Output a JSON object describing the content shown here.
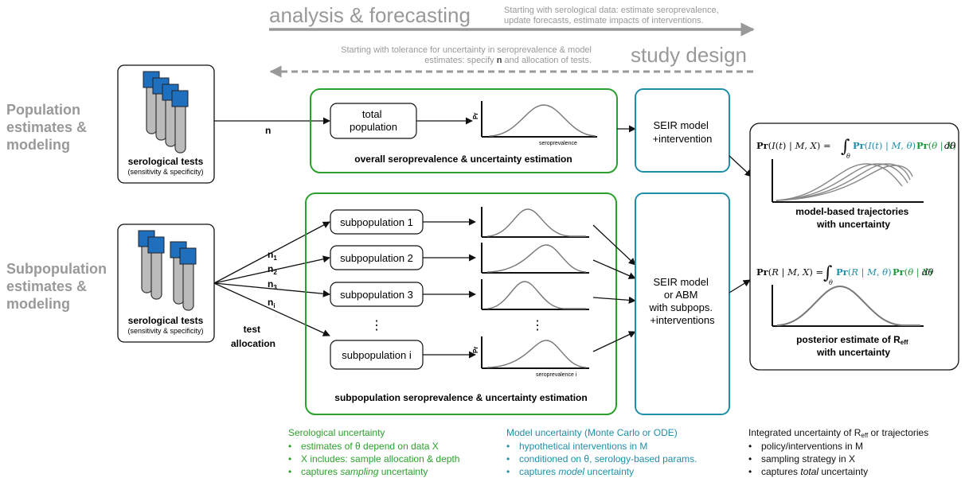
{
  "top": {
    "analysis_title": "analysis & forecasting",
    "analysis_desc": [
      "Starting with serological data: estimate seroprevalence,",
      "update forecasts, estimate impacts of interventions."
    ],
    "design_title": "study design",
    "design_desc_1": "Starting with tolerance for uncertainty in seroprevalence & model",
    "design_desc_2a": "estimates: specify ",
    "design_desc_2b": "n",
    "design_desc_2c": " and allocation of tests."
  },
  "left": {
    "population_label": [
      "Population",
      "estimates &",
      "modeling"
    ],
    "subpopulation_label": [
      "Subpopulation",
      "estimates &",
      "modeling"
    ],
    "tests_title": "serological tests",
    "tests_sub": "(sensitivity & specificity)",
    "test_allocation": [
      "test",
      "allocation"
    ]
  },
  "population": {
    "n_label": "n",
    "total_population": [
      "total",
      "population"
    ],
    "pr_label": "Pr",
    "x_label": "seroprevalence",
    "panel_caption": "overall seroprevalence & uncertainty estimation",
    "model_label": [
      "SEIR model",
      "+intervention"
    ]
  },
  "subpopulation": {
    "n_labels": [
      {
        "base": "n",
        "sub": "1"
      },
      {
        "base": "n",
        "sub": "2"
      },
      {
        "base": "n",
        "sub": "3"
      },
      {
        "base": "n",
        "sub": "i"
      }
    ],
    "items": [
      "subpopulation 1",
      "subpopulation 2",
      "subpopulation 3",
      "subpopulation i"
    ],
    "ellipsis": "⋮",
    "pr_label": "Pr",
    "x_label": "seroprevalence i",
    "panel_caption": "subpopulation seroprevalence & uncertainty estimation",
    "model_label": [
      "SEIR model",
      "or ABM",
      "with subpops.",
      "+interventions"
    ]
  },
  "results": {
    "trajectories_caption": [
      "model-based trajectories",
      "with uncertainty"
    ],
    "reff_caption_prefix": "posterior estimate of R",
    "reff_caption_sub": "eff",
    "reff_caption_2": "with uncertainty"
  },
  "legends": {
    "serological": {
      "title": "Serological uncertainty",
      "bullets": [
        "estimates of θ depend on data X",
        "X includes: sample allocation & depth"
      ],
      "last_prefix": "captures ",
      "last_em": "sampling",
      "last_suffix": " uncertainty"
    },
    "model": {
      "title": "Model uncertainty (Monte Carlo or ODE)",
      "bullets": [
        "hypothetical interventions in M",
        "conditioned on θ, serology-based params."
      ],
      "last_prefix": "captures ",
      "last_em": "model",
      "last_suffix": " uncertainty"
    },
    "integrated": {
      "title_prefix": "Integrated uncertainty of R",
      "title_sub": "eff",
      "title_suffix": " or trajectories",
      "bullets": [
        "policy/interventions in M",
        "sampling strategy in X"
      ],
      "last_prefix": "captures ",
      "last_em": "total",
      "last_suffix": " uncertainty"
    }
  },
  "colors": {
    "green": "#2ca02c",
    "teal": "#1f8fa8",
    "gray": "#999999",
    "blue": "#1f6fbf",
    "formula_green": "#1a9a3a",
    "formula_teal": "#1f8fa8"
  }
}
